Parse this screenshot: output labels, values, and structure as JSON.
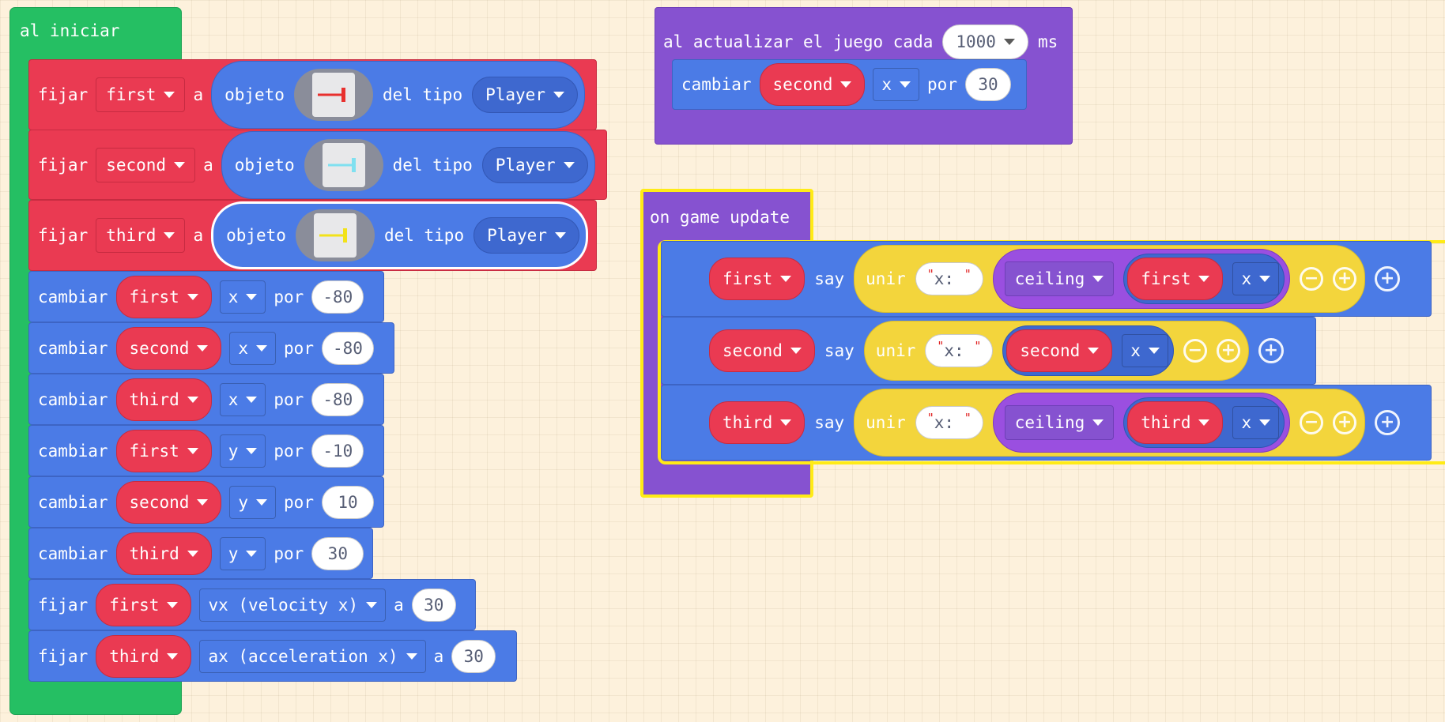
{
  "on_start": {
    "label": "al iniciar",
    "set_sprites": [
      {
        "verb": "fijar",
        "var": "first",
        "to": "a",
        "obj": "objeto",
        "of_kind": "del tipo",
        "kind": "Player",
        "arrow_color": "#e8302e"
      },
      {
        "verb": "fijar",
        "var": "second",
        "to": "a",
        "obj": "objeto",
        "of_kind": "del tipo",
        "kind": "Player",
        "arrow_color": "#7fe0f0"
      },
      {
        "verb": "fijar",
        "var": "third",
        "to": "a",
        "obj": "objeto",
        "of_kind": "del tipo",
        "kind": "Player",
        "arrow_color": "#f2e21a"
      }
    ],
    "changes": [
      {
        "verb": "cambiar",
        "sprite": "first",
        "prop": "x",
        "by": "por",
        "value": "-80"
      },
      {
        "verb": "cambiar",
        "sprite": "second",
        "prop": "x",
        "by": "por",
        "value": "-80"
      },
      {
        "verb": "cambiar",
        "sprite": "third",
        "prop": "x",
        "by": "por",
        "value": "-80"
      },
      {
        "verb": "cambiar",
        "sprite": "first",
        "prop": "y",
        "by": "por",
        "value": "-10"
      },
      {
        "verb": "cambiar",
        "sprite": "second",
        "prop": "y",
        "by": "por",
        "value": "10"
      },
      {
        "verb": "cambiar",
        "sprite": "third",
        "prop": "y",
        "by": "por",
        "value": "30"
      }
    ],
    "sets": [
      {
        "verb": "fijar",
        "sprite": "first",
        "prop": "vx (velocity x)",
        "to": "a",
        "value": "30"
      },
      {
        "verb": "fijar",
        "sprite": "third",
        "prop": "ax (acceleration x)",
        "to": "a",
        "value": "30"
      }
    ]
  },
  "on_interval": {
    "label": "al actualizar el juego cada",
    "interval": "1000",
    "unit": "ms",
    "change": {
      "verb": "cambiar",
      "sprite": "second",
      "prop": "x",
      "by": "por",
      "value": "30"
    }
  },
  "on_update": {
    "label": "on game update",
    "says": [
      {
        "sprite": "first",
        "say": "say",
        "join": "unir",
        "text": "x: ",
        "fn": "ceiling",
        "arg_sprite": "first",
        "arg_prop": "x"
      },
      {
        "sprite": "second",
        "say": "say",
        "join": "unir",
        "text": "x: ",
        "fn": null,
        "arg_sprite": "second",
        "arg_prop": "x"
      },
      {
        "sprite": "third",
        "say": "say",
        "join": "unir",
        "text": "x: ",
        "fn": "ceiling",
        "arg_sprite": "third",
        "arg_prop": "x"
      }
    ]
  },
  "colors": {
    "event_green": "#25bf63",
    "sprites_red": "#ea3a52",
    "sprites_blue": "#4b7be6",
    "game_purple": "#8652d0",
    "text_yellow": "#f3d53c",
    "selection": "#ffeb16"
  }
}
